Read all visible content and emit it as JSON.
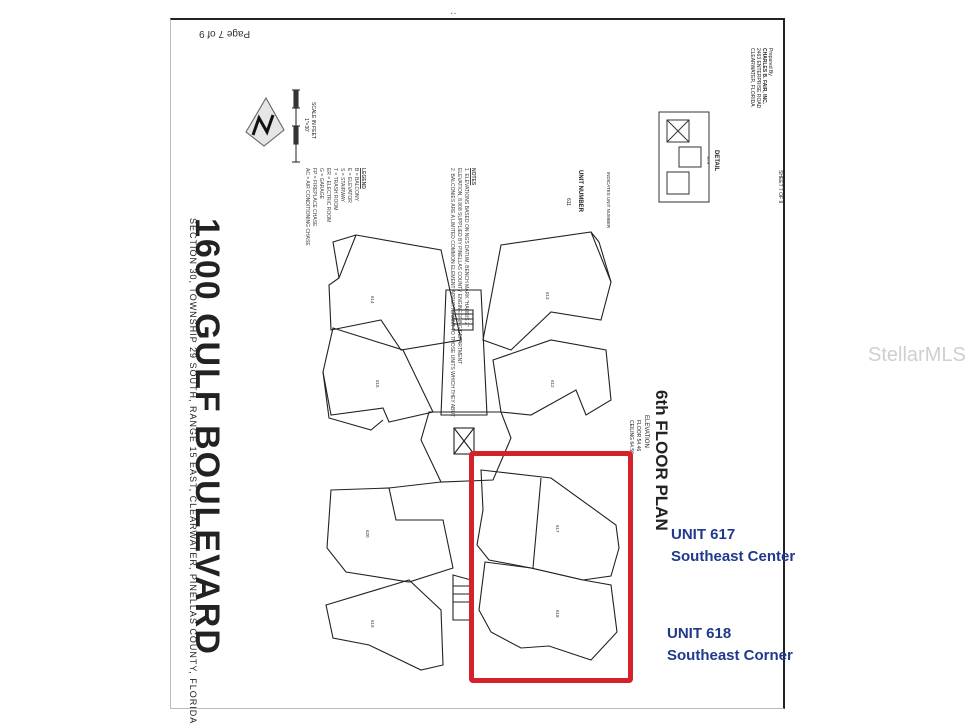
{
  "page_marker": "Page 7 of 9",
  "top_mark": "··",
  "title": "1600 GULF BOULEVARD",
  "subtitle": "SECTION 30, TOWNSHIP 29 SOUTH, RANGE 15 EAST, CLEARWATER, PINELLAS COUNTY, FLORIDA",
  "floor_plan": {
    "title": "6th FLOOR PLAN",
    "elevation_label": "ELEVATION",
    "floor": "FLOOR 54.46",
    "ceiling": "CEILING 64.56"
  },
  "scale": {
    "label": "SCALE IN FEET",
    "ratio": "1\"=30'"
  },
  "legend": {
    "title": "LEGEND",
    "items": [
      "B = BALCONY",
      "E = ELEVATOR",
      "S = STAIRWAY",
      "T = TRASH ROOM",
      "ER = ELECTRIC ROOM",
      "G = GARAGE",
      "FP = FIREPLACE CHASE",
      "AC = AIR CONDITIONING CHASE"
    ]
  },
  "notes": {
    "title": "NOTES",
    "items": [
      "1. ELEVATIONS BASED ON NGS DATUM, BENCH MARK \"HARRIS 2\"",
      "ELEVATION, 8.808 SUPPLIED BY PINELLAS COUNTY ENGINEERING DEPARTMENT",
      "2. BALCONIES ARE A LIMITED COMMON ELEMENT APPURTENANT TO THOSE UNITS WHICH THEY ABUT"
    ]
  },
  "unit_number": {
    "title": "UNIT NUMBER",
    "example": "611",
    "caption": "INDICATES UNIT NUMBER"
  },
  "detail": {
    "title": "DETAIL",
    "note": "NTS"
  },
  "preparer": [
    "Prepared By",
    "CHARLES B. FAIR, INC.",
    "2463 ENTERPRISE ROAD",
    "CLEARWATER, FLORIDA"
  ],
  "sheet": "SHEET 7 OF 9",
  "callouts": [
    {
      "unit": "UNIT 617",
      "description": "Southeast Center"
    },
    {
      "unit": "UNIT 618",
      "description": "Southeast Corner"
    }
  ],
  "watermark": "StellarMLS",
  "colors": {
    "highlight": "#d6202c",
    "callout_text": "#1f3a8c"
  }
}
